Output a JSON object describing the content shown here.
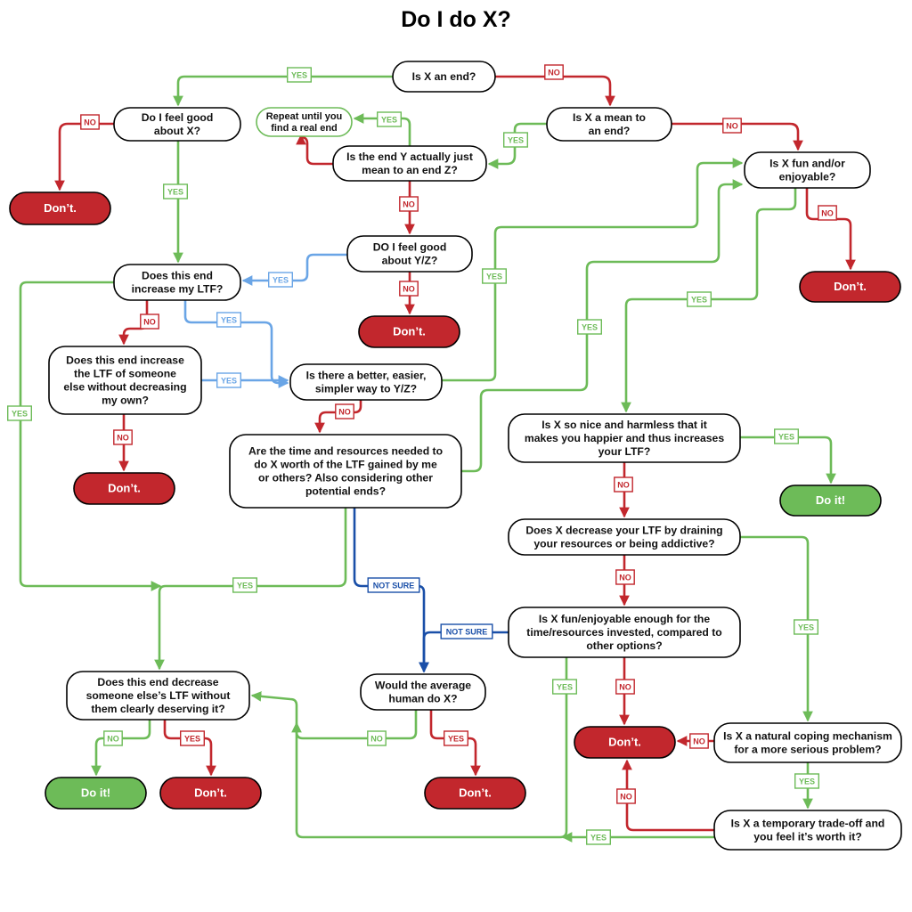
{
  "title": "Do I do X?",
  "colors": {
    "yes": "#6dbb58",
    "no": "#c2272d",
    "blue": "#6aa5e6",
    "notsure": "#1a4fa8"
  },
  "nodes": [
    {
      "id": "n1",
      "lines": [
        "Is X an end?"
      ]
    },
    {
      "id": "n2",
      "lines": [
        "Do I feel good",
        "about X?"
      ]
    },
    {
      "id": "n3",
      "lines": [
        "Is X a mean to",
        "an end?"
      ]
    },
    {
      "id": "n4",
      "lines": [
        "Repeat until you",
        "find a real end"
      ]
    },
    {
      "id": "n5",
      "lines": [
        "Is the end Y actually just",
        "mean to an end Z?"
      ]
    },
    {
      "id": "n6",
      "lines": [
        "Is X fun and/or",
        "enjoyable?"
      ]
    },
    {
      "id": "d1",
      "lines": [
        "Don’t."
      ]
    },
    {
      "id": "n7",
      "lines": [
        "DO I feel good",
        "about Y/Z?"
      ]
    },
    {
      "id": "n8",
      "lines": [
        "Does this end",
        "increase my LTF?"
      ]
    },
    {
      "id": "d2",
      "lines": [
        "Don’t."
      ]
    },
    {
      "id": "d3",
      "lines": [
        "Don’t."
      ]
    },
    {
      "id": "n9",
      "lines": [
        "Does this end increase",
        "the LTF of someone",
        "else without decreasing",
        "my own?"
      ]
    },
    {
      "id": "n10",
      "lines": [
        "Is there a better, easier,",
        "simpler way to Y/Z?"
      ]
    },
    {
      "id": "n11",
      "lines": [
        "Are the time and resources needed to",
        "do X worth of the LTF gained by me",
        "or others? Also considering other",
        "potential ends?"
      ]
    },
    {
      "id": "n12",
      "lines": [
        "Is X so nice and harmless that it",
        "makes you happier and thus increases",
        "your LTF?"
      ]
    },
    {
      "id": "d4",
      "lines": [
        "Don’t."
      ]
    },
    {
      "id": "do1",
      "lines": [
        "Do it!"
      ]
    },
    {
      "id": "n13",
      "lines": [
        "Does X decrease your LTF by draining",
        "your resources or being addictive?"
      ]
    },
    {
      "id": "n14",
      "lines": [
        "Is X fun/enjoyable enough for the",
        "time/resources invested, compared to",
        "other options?"
      ]
    },
    {
      "id": "n15",
      "lines": [
        "Does this end decrease",
        "someone else’s LTF without",
        "them clearly deserving it?"
      ]
    },
    {
      "id": "n16",
      "lines": [
        "Would the average",
        "human do X?"
      ]
    },
    {
      "id": "d5",
      "lines": [
        "Don’t."
      ]
    },
    {
      "id": "n17",
      "lines": [
        "Is X a natural coping mechanism",
        "for a more serious problem?"
      ]
    },
    {
      "id": "do2",
      "lines": [
        "Do it!"
      ]
    },
    {
      "id": "d6",
      "lines": [
        "Don’t."
      ]
    },
    {
      "id": "d7",
      "lines": [
        "Don’t."
      ]
    },
    {
      "id": "n18",
      "lines": [
        "Is X a temporary trade-off and",
        "you feel it’s worth it?"
      ]
    }
  ],
  "edges": [
    {
      "id": "e1",
      "kind": "yes",
      "label": "YES"
    },
    {
      "id": "e2",
      "kind": "no",
      "label": "NO"
    },
    {
      "id": "e3",
      "kind": "no",
      "label": "NO"
    },
    {
      "id": "e4",
      "kind": "yes",
      "label": "YES"
    },
    {
      "id": "e5",
      "kind": "yes",
      "label": "YES"
    },
    {
      "id": "e6",
      "kind": "no",
      "label": "NO"
    },
    {
      "id": "e7",
      "kind": "yes",
      "label": "YES"
    },
    {
      "id": "e8",
      "kind": "no",
      "label": "NO"
    },
    {
      "id": "e9",
      "kind": "no",
      "label": "NO"
    },
    {
      "id": "e10",
      "kind": "blue",
      "label": "YES"
    },
    {
      "id": "e11",
      "kind": "no",
      "label": "NO"
    },
    {
      "id": "e12",
      "kind": "blue",
      "label": "YES"
    },
    {
      "id": "e13",
      "kind": "blue",
      "label": "YES"
    },
    {
      "id": "e14",
      "kind": "no",
      "label": "NO"
    },
    {
      "id": "e15",
      "kind": "yes",
      "label": "YES"
    },
    {
      "id": "e16",
      "kind": "no",
      "label": "NO"
    },
    {
      "id": "e17",
      "kind": "no",
      "label": "NO"
    },
    {
      "id": "e18",
      "kind": "yes",
      "label": "YES"
    },
    {
      "id": "e19",
      "kind": "yes",
      "label": "YES"
    },
    {
      "id": "e20",
      "kind": "yes",
      "label": "YES"
    },
    {
      "id": "e21",
      "kind": "notsure",
      "label": "NOT SURE"
    },
    {
      "id": "e22",
      "kind": "yes",
      "label": "YES"
    },
    {
      "id": "e23",
      "kind": "no",
      "label": "NO"
    },
    {
      "id": "e24",
      "kind": "no",
      "label": "NO"
    },
    {
      "id": "e25",
      "kind": "yes",
      "label": "YES"
    },
    {
      "id": "e26",
      "kind": "notsure",
      "label": "NOT SURE"
    },
    {
      "id": "e27",
      "kind": "yes",
      "label": "YES"
    },
    {
      "id": "e28",
      "kind": "no",
      "label": "NO"
    },
    {
      "id": "e29",
      "kind": "no",
      "label": "NO"
    },
    {
      "id": "e30",
      "kind": "yes",
      "label": "YES"
    },
    {
      "id": "e31",
      "kind": "yes",
      "label": "NO"
    },
    {
      "id": "e32",
      "kind": "no",
      "label": "YES"
    },
    {
      "id": "e33",
      "kind": "yes",
      "label": "NO"
    },
    {
      "id": "e34",
      "kind": "no",
      "label": "YES"
    },
    {
      "id": "e35",
      "kind": "no",
      "label": "NO"
    },
    {
      "id": "e36",
      "kind": "yes",
      "label": "YES"
    },
    {
      "id": "e37",
      "kind": "no",
      "label": "NO"
    },
    {
      "id": "e38",
      "kind": "yes",
      "label": "YES"
    }
  ]
}
